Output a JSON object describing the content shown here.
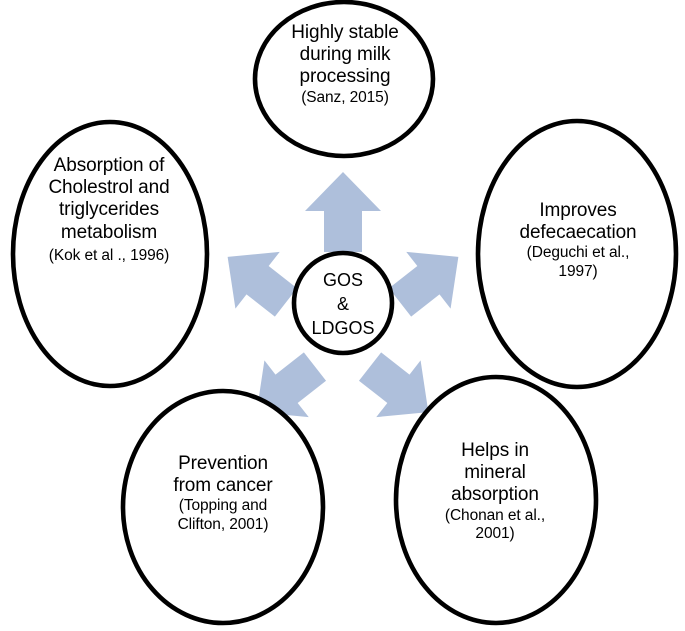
{
  "diagram": {
    "type": "radial-concept-map",
    "center": {
      "id": "center-node",
      "text": "GOS\n&\nLDGOS"
    },
    "arrow_color": "#AEBFDB",
    "outline_color": "#000000",
    "background_color": "#FFFFFF",
    "nodes": [
      {
        "id": "node-top",
        "position": "top",
        "title": "Highly stable\nduring milk\nprocessing",
        "citation": "(Sanz, 2015)"
      },
      {
        "id": "node-left",
        "position": "upper-left",
        "title": "Absorption of\nCholestrol and\ntriglycerides\nmetabolism",
        "citation": "(Kok et al ., 1996)"
      },
      {
        "id": "node-right",
        "position": "upper-right",
        "title": "Improves\ndefecaecation",
        "citation": "(Deguchi et al.,\n1997)"
      },
      {
        "id": "node-bottom-left",
        "position": "lower-left",
        "title": "Prevention\nfrom cancer",
        "citation": "(Topping and\nClifton, 2001)"
      },
      {
        "id": "node-bottom-right",
        "position": "lower-right",
        "title": "Helps in\nmineral\nabsorption",
        "citation": "(Chonan et al.,\n2001)"
      }
    ],
    "arrows": [
      {
        "id": "arrow-up",
        "direction": "up",
        "from": "center-node",
        "to": "node-top"
      },
      {
        "id": "arrow-upper-left",
        "direction": "upper-left",
        "from": "center-node",
        "to": "node-left"
      },
      {
        "id": "arrow-upper-right",
        "direction": "upper-right",
        "from": "center-node",
        "to": "node-right"
      },
      {
        "id": "arrow-lower-left",
        "direction": "lower-left",
        "from": "center-node",
        "to": "node-bottom-left"
      },
      {
        "id": "arrow-lower-right",
        "direction": "lower-right",
        "from": "center-node",
        "to": "node-bottom-right"
      }
    ]
  }
}
